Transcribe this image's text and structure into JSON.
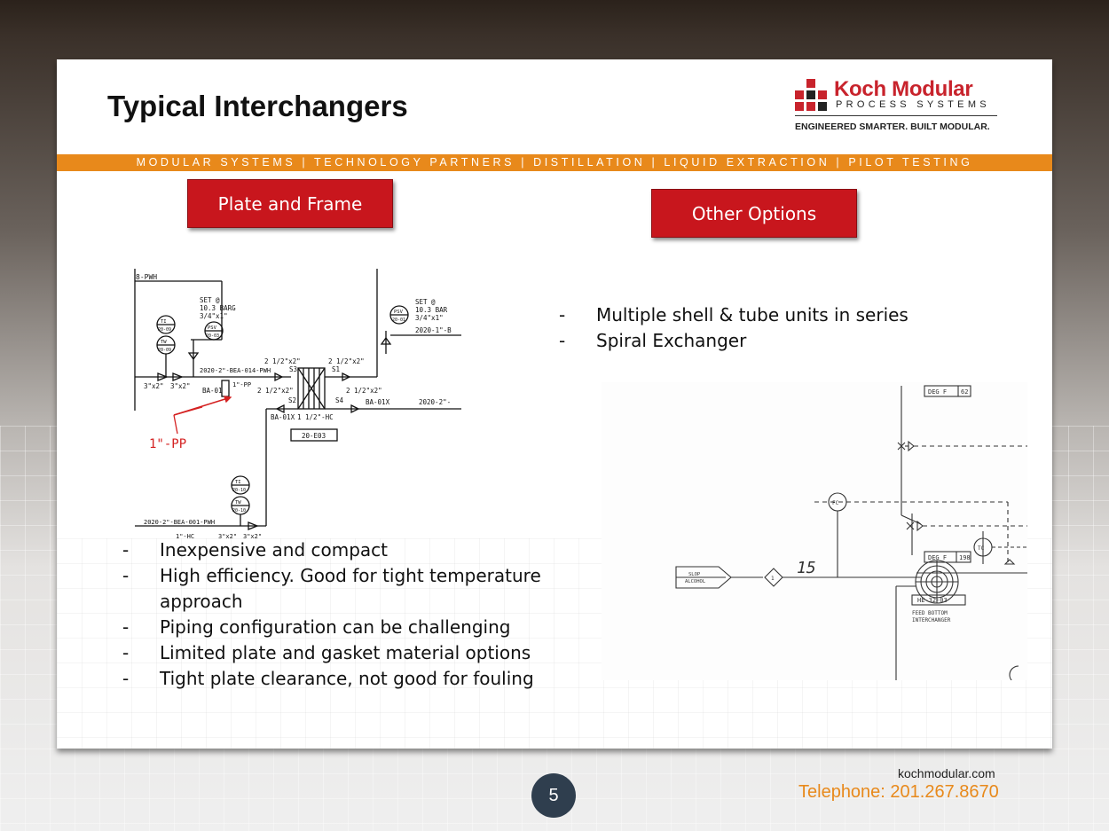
{
  "slide": {
    "title": "Typical Interchangers",
    "logo": {
      "name": "Koch Modular",
      "subtitle": "PROCESS SYSTEMS",
      "tagline": "ENGINEERED SMARTER. BUILT MODULAR."
    },
    "banner": "MODULAR SYSTEMS | TECHNOLOGY PARTNERS | DISTILLATION | LIQUID EXTRACTION | PILOT TESTING",
    "left": {
      "button": "Plate and Frame",
      "bullets": [
        "Inexpensive and compact",
        "High efficiency.  Good for tight temperature approach",
        "Piping configuration can be challenging",
        "Limited plate and gasket material options",
        "Tight plate clearance, not good for fouling"
      ],
      "diagram": {
        "line_top": "8-PWH",
        "set1": "SET @",
        "set1_a": "10.3 BARG",
        "set1_b": "3/4\"x1\"",
        "set2": "SET @",
        "set2_a": "10.3 BAR",
        "set2_b": "3/4\"x1\"",
        "psv_right_line": "2020-1\"-B",
        "ti_top": "TI",
        "ti_top_n": "20-09",
        "tw_top": "TW",
        "tw_top_n": "20-09",
        "psv": "PSV",
        "psv_n": "20-03",
        "psv2": "PSV",
        "psv2_n": "20-01",
        "red1": "2 1/2\"x2\"",
        "red2": "2 1/2\"x2\"",
        "red3": "2 1/2\"x2\"",
        "red4": "2 1/2\"x2\"",
        "line_main": "2020-2\"-BEA-014-PWH",
        "s3": "S3",
        "s1": "S1",
        "s2": "S2",
        "s4": "S4",
        "pp_small": "1\"-PP",
        "red_a": "3\"x2\"",
        "red_b": "3\"x2\"",
        "ba_left": "BA-01",
        "ba_mid": "BA-01X",
        "ba_right": "BA-01X",
        "hc": "1 1/2\"-HC",
        "line_right": "2020-2\"-",
        "tag_e03": "20-E03",
        "pp_callout": "1\"-PP",
        "ti_bot": "TI",
        "ti_bot_n": "20-10",
        "tw_bot": "TW",
        "tw_bot_n": "20-10",
        "line_bottom": "2020-2\"-BEA-001-PWH",
        "hc_bottom": "1\"-HC",
        "red_c": "3\"x2\"",
        "red_d": "3\"x2\""
      }
    },
    "right": {
      "button": "Other Options",
      "bullets": [
        "Multiple shell & tube units in series",
        "Spiral Exchanger"
      ],
      "diagram": {
        "deg_top": "DEG F",
        "deg_top_v": "62",
        "deg_mid": "DEG F",
        "deg_mid_v": "198",
        "slop1": "SLOP",
        "slop2": "ALCOHOL",
        "diamond": "1",
        "handwritten": "15",
        "fc": "FC",
        "tc": "TC",
        "tag": "HE-32-03",
        "desc1": "FEED BOTTOM",
        "desc2": "INTERCHANGER"
      }
    },
    "footer": {
      "page_number": "5",
      "website": "kochmodular.com",
      "phone": "Telephone: 201.267.8670"
    }
  }
}
